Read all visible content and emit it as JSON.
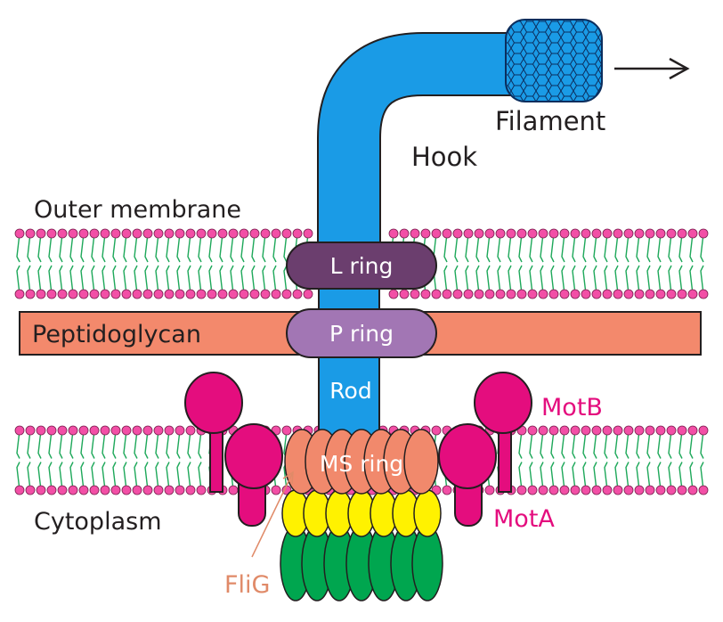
{
  "colors": {
    "background": "#ffffff",
    "hook": "#1a9be6",
    "filament": "#1a9be6",
    "lipid_head": "#f24fa6",
    "lipid_tail": "#1ea85a",
    "peptidoglycan": "#f3896c",
    "l_ring": "#6b3e6e",
    "p_ring": "#a276b4",
    "ms_ring": "#f1896c",
    "yellow_ring": "#fff200",
    "green_ring": "#00a64f",
    "mot": "#e40d7e",
    "text_dark": "#231f20",
    "text_white": "#ffffff",
    "motb_label": "#e40d7e",
    "flig_label": "#e08a68"
  },
  "labels": {
    "filament": "Filament",
    "hook": "Hook",
    "outer_membrane": "Outer membrane",
    "l_ring": "L ring",
    "peptidoglycan": "Peptidoglycan",
    "p_ring": "P ring",
    "rod": "Rod",
    "motb": "MotB",
    "ms_ring": "MS ring",
    "cytoplasm": "Cytoplasm",
    "mota": "MotA",
    "flig": "FliG"
  }
}
